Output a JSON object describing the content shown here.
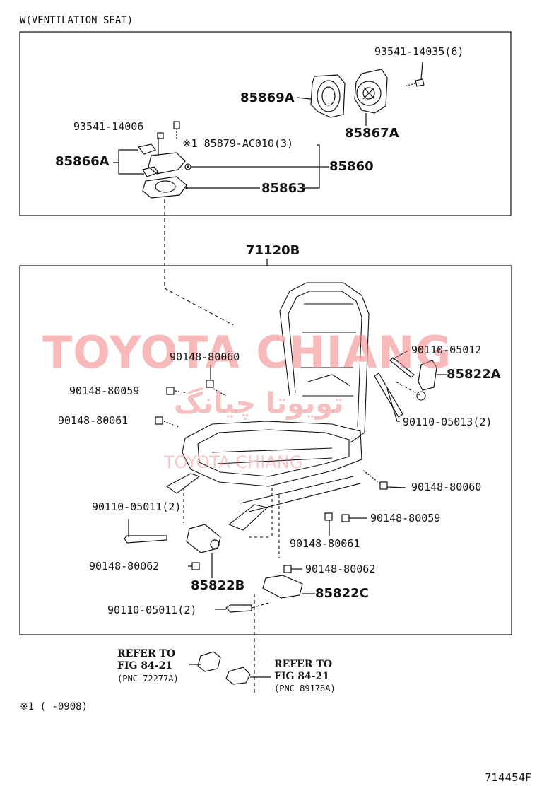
{
  "header": {
    "variant": "W(VENTILATION SEAT)"
  },
  "footnote": "※1 (     -0908)",
  "figure_code": "714454F",
  "watermark": {
    "main": "TOYOTA CHIANG",
    "arabic": "تویوتا چیانگ",
    "small": "TOYOTA CHIANG",
    "color": "#f08080"
  },
  "top_box": {
    "labels": {
      "p93541_14035": "93541-14035(6)",
      "p85869A": "85869A",
      "p85867A": "85867A",
      "p93541_14006": "93541-14006",
      "p85879": "※1 85879-AC010(3)",
      "p85866A": "85866A",
      "p85860": "85860",
      "p85863": "85863"
    }
  },
  "main_box": {
    "title": "71120B",
    "labels": {
      "p90110_05012": "90110-05012",
      "p85822A": "85822A",
      "p90148_80060_a": "90148-80060",
      "p90148_80059_a": "90148-80059",
      "p90148_80061_a": "90148-80061",
      "p90110_05013": "90110-05013(2)",
      "p90148_80060_b": "90148-80060",
      "p90110_05011_a": "90110-05011(2)",
      "p90148_80059_b": "90148-80059",
      "p90148_80061_b": "90148-80061",
      "p90148_80062_a": "90148-80062",
      "p90148_80062_b": "90148-80062",
      "p85822B": "85822B",
      "p85822C": "85822C",
      "p90110_05011_b": "90110-05011(2)"
    }
  },
  "refs": {
    "left": {
      "line1": "REFER TO",
      "line2": "FIG 84-21",
      "pnc": "(PNC 72277A)"
    },
    "right": {
      "line1": "REFER TO",
      "line2": "FIG 84-21",
      "pnc": "(PNC 89178A)"
    }
  }
}
